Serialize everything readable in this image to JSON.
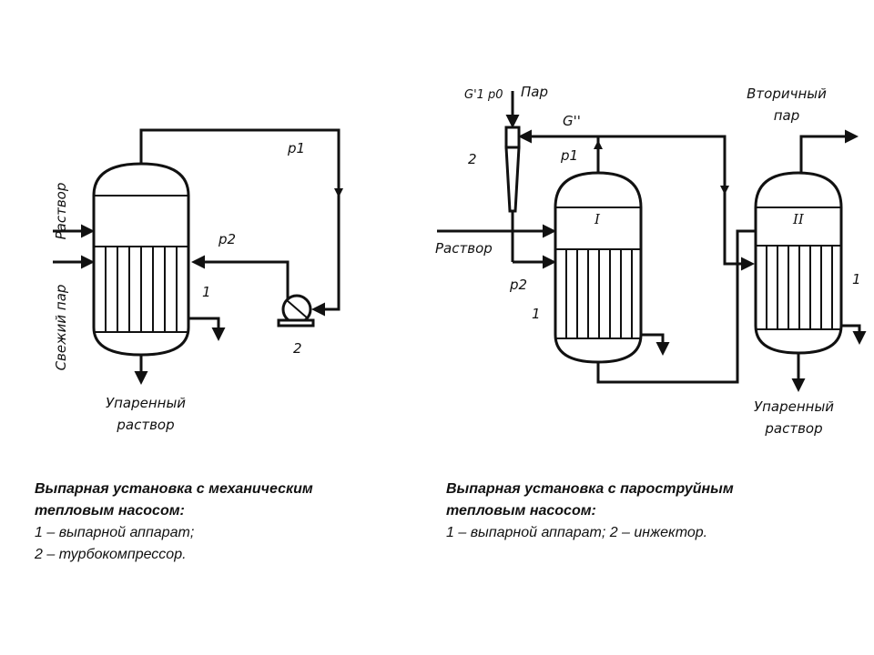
{
  "left_diagram": {
    "label_solution": "Раствор",
    "label_fresh_steam": "Свежий пар",
    "label_p1": "p1",
    "label_p2": "p2",
    "label_1": "1",
    "label_2": "2",
    "label_out_1": "Упаренный",
    "label_out_2": "раствор"
  },
  "right_diagram": {
    "label_g1p0": "G'1 p0",
    "label_steam": "Пар",
    "label_g2": "G''",
    "label_2": "2",
    "label_p1": "p1",
    "label_secondary_1": "Вторичный",
    "label_secondary_2": "пар",
    "label_vessel_I": "I",
    "label_vessel_II": "II",
    "label_solution": "Раствор",
    "label_p2": "p2",
    "label_1_left": "1",
    "label_1_right": "1",
    "label_out_1": "Упаренный",
    "label_out_2": "раствор"
  },
  "captions": {
    "left": {
      "title_1": "Выпарная установка с механическим",
      "title_2": "тепловым насосом:",
      "line_1": "1 – выпарной аппарат;",
      "line_2": "2 – турбокомпрессор."
    },
    "right": {
      "title_1": "Выпарная установка с пароструйным",
      "title_2": "тепловым насосом:",
      "line_1": "1 – выпарной аппарат; 2 – инжектор."
    }
  }
}
